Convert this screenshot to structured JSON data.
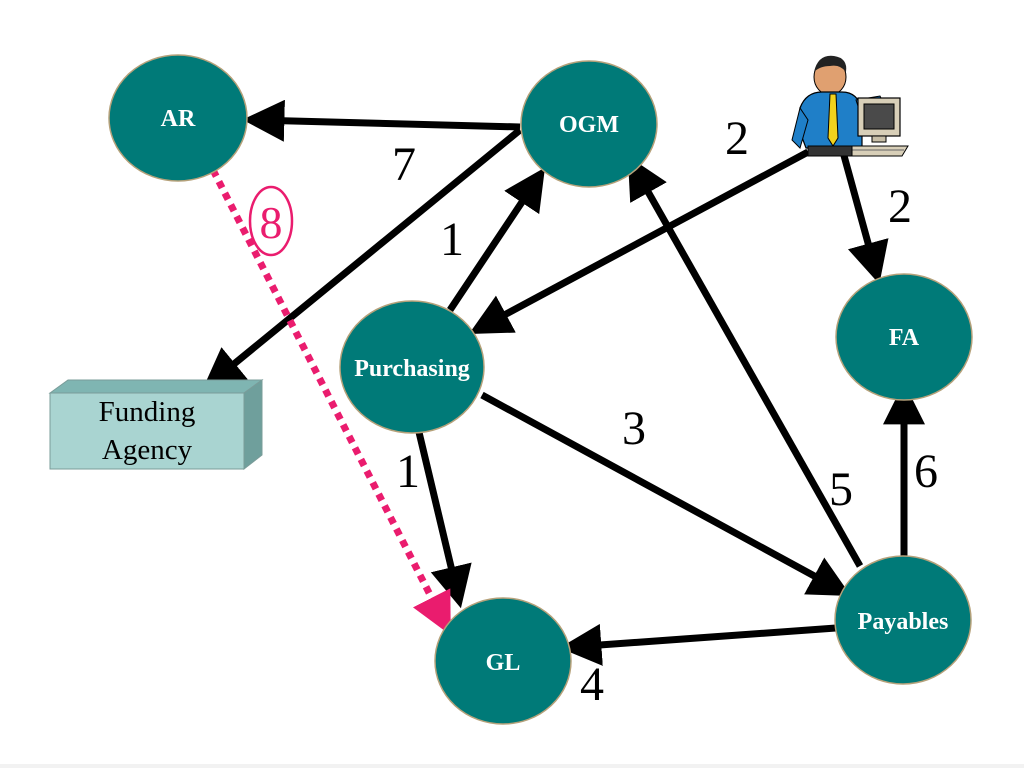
{
  "colors": {
    "node_fill": "#007a78",
    "node_stroke": "#b5a17a",
    "arrow": "#000000",
    "dashed_arrow": "#ea1c6e",
    "box_front": "#a9d4d1",
    "box_top": "#7fb5b2",
    "box_side": "#6f9f9c"
  },
  "nodes": {
    "ar": "AR",
    "ogm": "OGM",
    "fa": "FA",
    "purchasing": "Purchasing",
    "payables": "Payables",
    "gl": "GL"
  },
  "funding_box": {
    "line1": "Funding",
    "line2": "Agency"
  },
  "user_icon": "person-at-computer-icon",
  "edge_labels": {
    "ogm_to_ar": "7",
    "person_to_purchasing": "2",
    "person_to_fa": "2",
    "purchasing_to_ogm": "1",
    "purchasing_to_gl": "1",
    "purchasing_to_payables": "3",
    "payables_to_gl": "4",
    "payables_to_ogm": "5",
    "payables_to_fa": "6",
    "ar_to_gl": "8"
  }
}
